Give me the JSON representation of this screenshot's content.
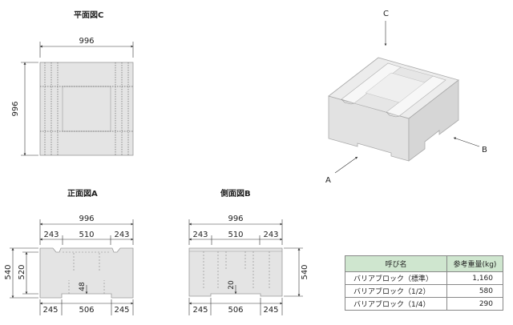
{
  "plan": {
    "title": "平面図C",
    "width_label": "996",
    "depth_label": "996"
  },
  "front": {
    "title": "正面図A",
    "total_label": "996",
    "top_labels": [
      "243",
      "510",
      "243"
    ],
    "bottom_labels": [
      "245",
      "506",
      "245"
    ],
    "height_outer": "540",
    "height_inner": "520",
    "notch_label": "48"
  },
  "side": {
    "title": "側面図B",
    "total_label": "996",
    "top_labels": [
      "243",
      "510",
      "243"
    ],
    "bottom_labels": [
      "245",
      "506",
      "245"
    ],
    "height_label": "540",
    "notch_label": "20"
  },
  "iso": {
    "label_a": "A",
    "label_b": "B",
    "label_c": "C"
  },
  "table": {
    "headers": [
      "呼び名",
      "参考重量(kg)"
    ],
    "rows": [
      {
        "name": "バリアブロック（標準）",
        "weight": "1,160"
      },
      {
        "name": "バリアブロック（1/2）",
        "weight": "580"
      },
      {
        "name": "バリアブロック（1/4）",
        "weight": "290"
      }
    ]
  }
}
